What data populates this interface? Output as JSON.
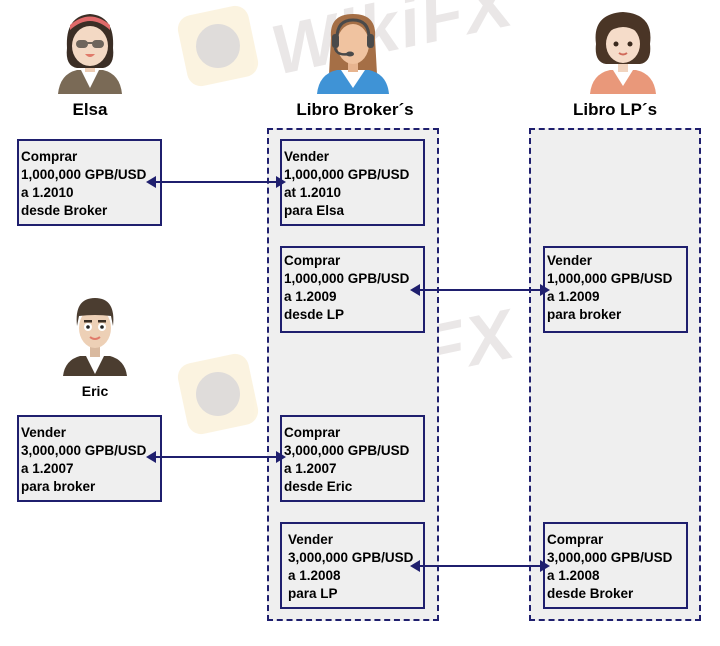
{
  "watermark": {
    "text": "WikiFX"
  },
  "colors": {
    "line": "#1f1f6e",
    "box_fill": "#efefef"
  },
  "parties": {
    "elsa": {
      "name": "Elsa",
      "icon": "woman-sunglasses-avatar-icon"
    },
    "broker": {
      "name": "Libro Broker´s",
      "icon": "headset-agent-avatar-icon"
    },
    "lp": {
      "name": "Libro LP´s",
      "icon": "woman-curly-hair-avatar-icon"
    },
    "eric": {
      "name": "Eric",
      "icon": "man-avatar-icon"
    }
  },
  "boxes": {
    "elsa_order": {
      "lines": [
        "Comprar",
        "1,000,000 GPB/USD",
        "a 1.2010",
        "desde Broker"
      ]
    },
    "broker_1": {
      "lines": [
        "Vender",
        "1,000,000 GPB/USD",
        "at 1.2010",
        "para Elsa"
      ]
    },
    "broker_2": {
      "lines": [
        "Comprar",
        "1,000,000 GPB/USD",
        "a 1.2009",
        "desde LP"
      ]
    },
    "lp_1": {
      "lines": [
        "Vender",
        "1,000,000 GPB/USD",
        "a 1.2009",
        "para broker"
      ]
    },
    "eric_order": {
      "lines": [
        "Vender",
        "3,000,000 GPB/USD",
        "a 1.2007",
        "para broker"
      ]
    },
    "broker_3": {
      "lines": [
        "Comprar",
        "3,000,000 GPB/USD",
        "a 1.2007",
        "desde Eric"
      ]
    },
    "broker_4": {
      "lines": [
        "Vender",
        "3,000,000 GPB/USD",
        "a 1.2008",
        "para LP"
      ]
    },
    "lp_2": {
      "lines": [
        "Comprar",
        "3,000,000 GPB/USD",
        "a 1.2008",
        "desde Broker"
      ]
    }
  },
  "connections": [
    {
      "from": "elsa_order",
      "to": "broker_1"
    },
    {
      "from": "broker_2",
      "to": "lp_1"
    },
    {
      "from": "eric_order",
      "to": "broker_3"
    },
    {
      "from": "broker_4",
      "to": "lp_2"
    }
  ]
}
